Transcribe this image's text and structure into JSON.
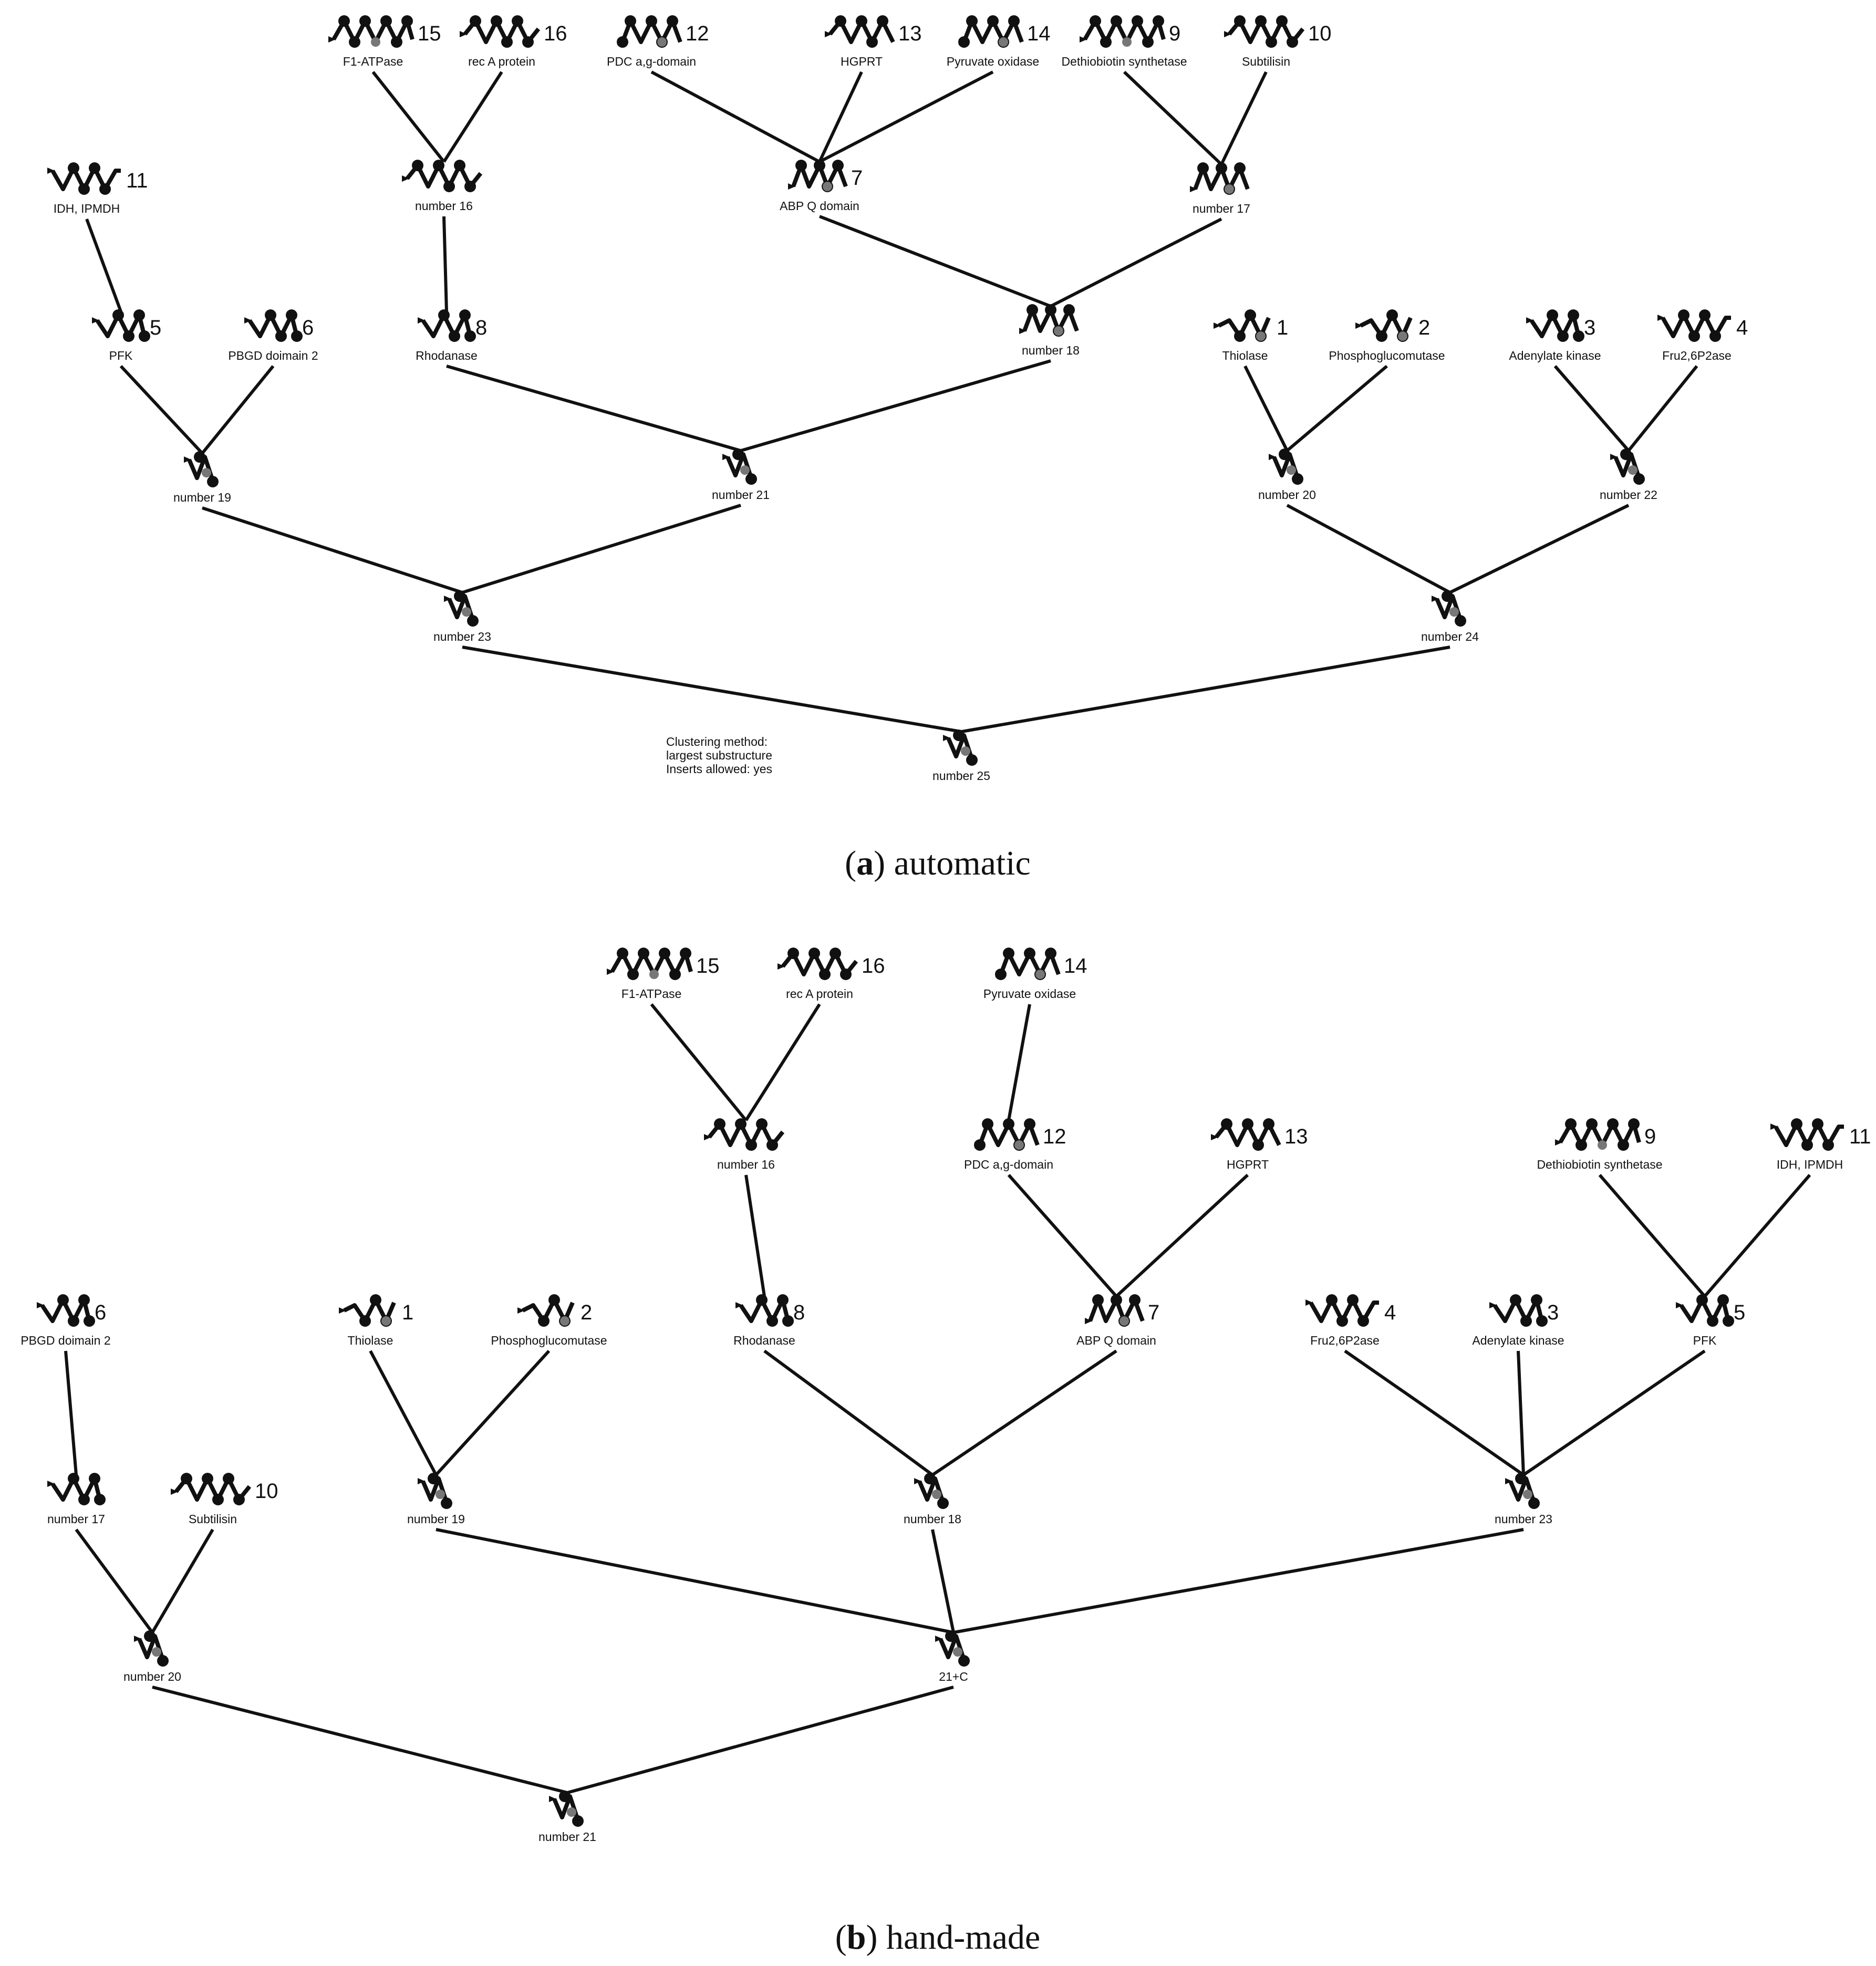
{
  "panels": [
    {
      "id": "a",
      "caption_letter": "a",
      "caption_text": "automatic",
      "note_lines": [
        "Clustering method:",
        "largest substructure",
        "Inserts allowed: yes"
      ],
      "nodes": [
        {
          "key": "a15",
          "number": "15",
          "label": "F1-ATPase",
          "motif": "m1"
        },
        {
          "key": "a16",
          "number": "16",
          "label": "rec A protein",
          "motif": "m2"
        },
        {
          "key": "a12",
          "number": "12",
          "label": "PDC a,g-domain",
          "motif": "m3"
        },
        {
          "key": "a13",
          "number": "13",
          "label": "HGPRT",
          "motif": "m4"
        },
        {
          "key": "a14",
          "number": "14",
          "label": "Pyruvate oxidase",
          "motif": "m3"
        },
        {
          "key": "a9",
          "number": "9",
          "label": "Dethiobiotin synthetase",
          "motif": "m1"
        },
        {
          "key": "a10",
          "number": "10",
          "label": "Subtilisin",
          "motif": "m2"
        },
        {
          "key": "a11",
          "number": "11",
          "label": "IDH, IPMDH",
          "motif": "m5"
        },
        {
          "key": "an16",
          "number": "",
          "label": "number 16",
          "motif": "m2"
        },
        {
          "key": "a7",
          "number": "7",
          "label": "ABP Q domain",
          "motif": "m6"
        },
        {
          "key": "an17",
          "number": "",
          "label": "number 17",
          "motif": "m6"
        },
        {
          "key": "a5",
          "number": "5",
          "label": "PFK",
          "motif": "m7"
        },
        {
          "key": "a6",
          "number": "6",
          "label": "PBGD doimain 2",
          "motif": "m7"
        },
        {
          "key": "a8",
          "number": "8",
          "label": "Rhodanase",
          "motif": "m7"
        },
        {
          "key": "an18",
          "number": "",
          "label": "number 18",
          "motif": "m6"
        },
        {
          "key": "a1",
          "number": "1",
          "label": "Thiolase",
          "motif": "m8"
        },
        {
          "key": "a2",
          "number": "2",
          "label": "Phosphoglucomutase",
          "motif": "m8"
        },
        {
          "key": "a3",
          "number": "3",
          "label": "Adenylate kinase",
          "motif": "m7"
        },
        {
          "key": "a4",
          "number": "4",
          "label": "Fru2,6P2ase",
          "motif": "m5"
        },
        {
          "key": "an19",
          "number": "",
          "label": "number 19",
          "motif": "m9"
        },
        {
          "key": "an21",
          "number": "",
          "label": "number 21",
          "motif": "m9"
        },
        {
          "key": "an20",
          "number": "",
          "label": "number 20",
          "motif": "m9"
        },
        {
          "key": "an22",
          "number": "",
          "label": "number 22",
          "motif": "m9"
        },
        {
          "key": "an23",
          "number": "",
          "label": "number 23",
          "motif": "m9"
        },
        {
          "key": "an24",
          "number": "",
          "label": "number 24",
          "motif": "m9"
        },
        {
          "key": "an25",
          "number": "",
          "label": "number 25",
          "motif": "m9"
        }
      ],
      "edges": [
        [
          "a15",
          "an16"
        ],
        [
          "a16",
          "an16"
        ],
        [
          "a12",
          "a7"
        ],
        [
          "a13",
          "a7"
        ],
        [
          "a14",
          "a7"
        ],
        [
          "a9",
          "an17"
        ],
        [
          "a10",
          "an17"
        ],
        [
          "a11",
          "a5"
        ],
        [
          "an16",
          "a8"
        ],
        [
          "a7",
          "an18"
        ],
        [
          "an17",
          "an18"
        ],
        [
          "a5",
          "an19"
        ],
        [
          "a6",
          "an19"
        ],
        [
          "a8",
          "an21"
        ],
        [
          "an18",
          "an21"
        ],
        [
          "a1",
          "an20"
        ],
        [
          "a2",
          "an20"
        ],
        [
          "a3",
          "an22"
        ],
        [
          "a4",
          "an22"
        ],
        [
          "an19",
          "an23"
        ],
        [
          "an21",
          "an23"
        ],
        [
          "an20",
          "an24"
        ],
        [
          "an22",
          "an24"
        ],
        [
          "an23",
          "an25"
        ],
        [
          "an24",
          "an25"
        ]
      ]
    },
    {
      "id": "b",
      "caption_letter": "b",
      "caption_text": "hand-made",
      "note_lines": [],
      "nodes": [
        {
          "key": "b15",
          "number": "15",
          "label": "F1-ATPase",
          "motif": "m1"
        },
        {
          "key": "b16",
          "number": "16",
          "label": "rec A protein",
          "motif": "m2"
        },
        {
          "key": "b14",
          "number": "14",
          "label": "Pyruvate oxidase",
          "motif": "m3"
        },
        {
          "key": "bn16",
          "number": "",
          "label": "number 16",
          "motif": "m2"
        },
        {
          "key": "b12",
          "number": "12",
          "label": "PDC a,g-domain",
          "motif": "m3"
        },
        {
          "key": "b13",
          "number": "13",
          "label": "HGPRT",
          "motif": "m4"
        },
        {
          "key": "b9",
          "number": "9",
          "label": "Dethiobiotin synthetase",
          "motif": "m1"
        },
        {
          "key": "b11",
          "number": "11",
          "label": "IDH, IPMDH",
          "motif": "m5"
        },
        {
          "key": "b6",
          "number": "6",
          "label": "PBGD doimain 2",
          "motif": "m7"
        },
        {
          "key": "b1",
          "number": "1",
          "label": "Thiolase",
          "motif": "m8"
        },
        {
          "key": "b2",
          "number": "2",
          "label": "Phosphoglucomutase",
          "motif": "m8"
        },
        {
          "key": "b8",
          "number": "8",
          "label": "Rhodanase",
          "motif": "m7"
        },
        {
          "key": "b7",
          "number": "7",
          "label": "ABP Q domain",
          "motif": "m6"
        },
        {
          "key": "b4",
          "number": "4",
          "label": "Fru2,6P2ase",
          "motif": "m5"
        },
        {
          "key": "b3",
          "number": "3",
          "label": "Adenylate kinase",
          "motif": "m7"
        },
        {
          "key": "b5",
          "number": "5",
          "label": "PFK",
          "motif": "m7"
        },
        {
          "key": "bn17",
          "number": "",
          "label": "number 17",
          "motif": "m7"
        },
        {
          "key": "b10",
          "number": "10",
          "label": "Subtilisin",
          "motif": "m2"
        },
        {
          "key": "bn19",
          "number": "",
          "label": "number 19",
          "motif": "m9"
        },
        {
          "key": "bn18",
          "number": "",
          "label": "number 18",
          "motif": "m9"
        },
        {
          "key": "bn23",
          "number": "",
          "label": "number 23",
          "motif": "m9"
        },
        {
          "key": "bn20",
          "number": "",
          "label": "number 20",
          "motif": "m9"
        },
        {
          "key": "b21c",
          "number": "",
          "label": "21+C",
          "motif": "m9"
        },
        {
          "key": "bn21",
          "number": "",
          "label": "number 21",
          "motif": "m9"
        }
      ],
      "edges": [
        [
          "b15",
          "bn16"
        ],
        [
          "b16",
          "bn16"
        ],
        [
          "b14",
          "b12"
        ],
        [
          "bn16",
          "b8"
        ],
        [
          "b12",
          "b7"
        ],
        [
          "b13",
          "b7"
        ],
        [
          "b9",
          "b5"
        ],
        [
          "b11",
          "b5"
        ],
        [
          "b6",
          "bn17"
        ],
        [
          "b1",
          "bn19"
        ],
        [
          "b2",
          "bn19"
        ],
        [
          "b8",
          "bn18"
        ],
        [
          "b7",
          "bn18"
        ],
        [
          "b4",
          "bn23"
        ],
        [
          "b3",
          "bn23"
        ],
        [
          "b5",
          "bn23"
        ],
        [
          "bn17",
          "bn20"
        ],
        [
          "b10",
          "bn20"
        ],
        [
          "bn19",
          "b21c"
        ],
        [
          "bn18",
          "b21c"
        ],
        [
          "bn23",
          "b21c"
        ],
        [
          "bn20",
          "bn21"
        ],
        [
          "b21c",
          "bn21"
        ]
      ]
    }
  ]
}
